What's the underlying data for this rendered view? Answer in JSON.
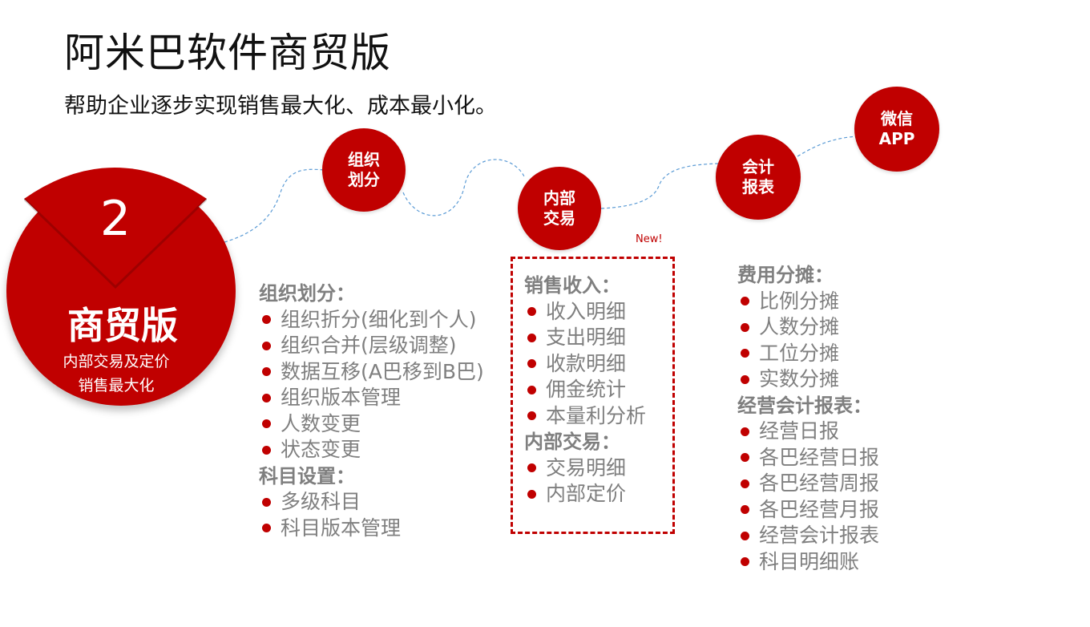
{
  "header": {
    "title": "阿米巴软件商贸版",
    "subtitle": "帮助企业逐步实现销售最大化、成本最小化。"
  },
  "badge": {
    "number": "2",
    "title": "商贸版",
    "line1": "内部交易及定价",
    "line2": "销售最大化"
  },
  "nodes": {
    "org": "组织\n划分",
    "internal": "内部\n交易",
    "accounting": "会计\n报表",
    "wechat": "微信\nAPP"
  },
  "new_label": "New!",
  "col1": {
    "h1": "组织划分：",
    "items1": [
      "组织折分(细化到个人)",
      "组织合并(层级调整)",
      "数据互移(A巴移到B巴)",
      "组织版本管理",
      "人数变更",
      "状态变更"
    ],
    "h2": "科目设置：",
    "items2": [
      "多级科目",
      "科目版本管理"
    ]
  },
  "col2": {
    "h1": "销售收入：",
    "items1": [
      "收入明细",
      "支出明细",
      "收款明细",
      "佣金统计",
      "本量利分析"
    ],
    "h2": "内部交易：",
    "items2": [
      "交易明细",
      "内部定价"
    ]
  },
  "col3": {
    "h1": "费用分摊：",
    "items1": [
      "比例分摊",
      "人数分摊",
      "工位分摊",
      "实数分摊"
    ],
    "h2": "经营会计报表：",
    "items2": [
      "经营日报",
      "各巴经营日报",
      "各巴经营周报",
      "各巴经营月报",
      "经营会计报表",
      "科目明细账"
    ]
  },
  "colors": {
    "accent": "#c00000",
    "text_gray": "#7f7f7f",
    "path_blue": "#5b9bd5"
  }
}
